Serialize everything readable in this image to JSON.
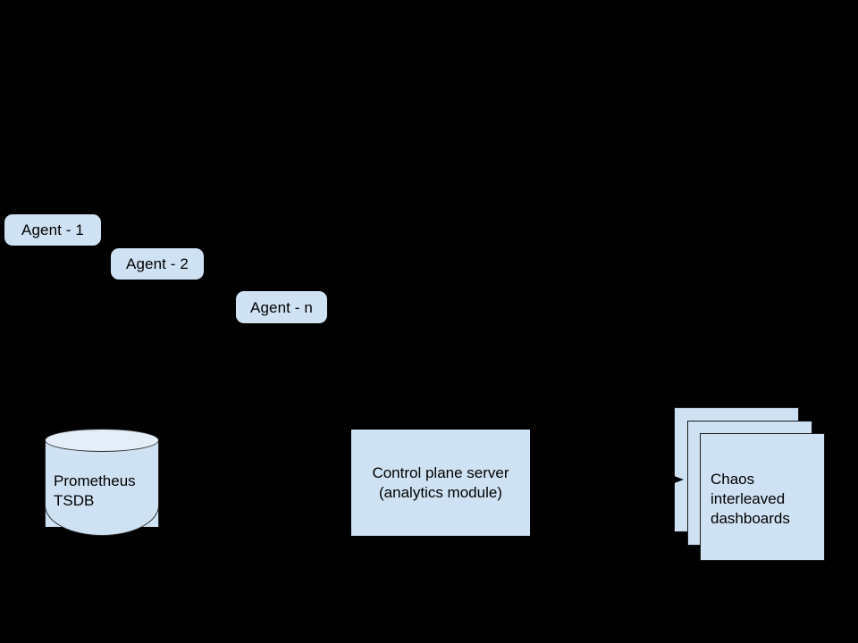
{
  "diagram": {
    "background_color": "#000000",
    "node_fill_color": "#cfe2f3",
    "node_fill_light_color": "#e4eef8",
    "node_stroke_color": "#1a1a1a",
    "text_color": "#000000",
    "agents": [
      {
        "label": "Agent - 1"
      },
      {
        "label": "Agent - 2"
      },
      {
        "label": "Agent - n"
      }
    ],
    "datastore": {
      "label": "Prometheus\nTSDB",
      "shape": "cylinder"
    },
    "server": {
      "label": "Control plane server\n(analytics module)",
      "shape": "rectangle"
    },
    "dashboards": {
      "label": "Chaos\ninterleaved\ndashboards",
      "shape": "card-stack",
      "card_count": 3
    },
    "arrow": {
      "name": "arrow-to-dashboards",
      "direction": "right"
    }
  }
}
